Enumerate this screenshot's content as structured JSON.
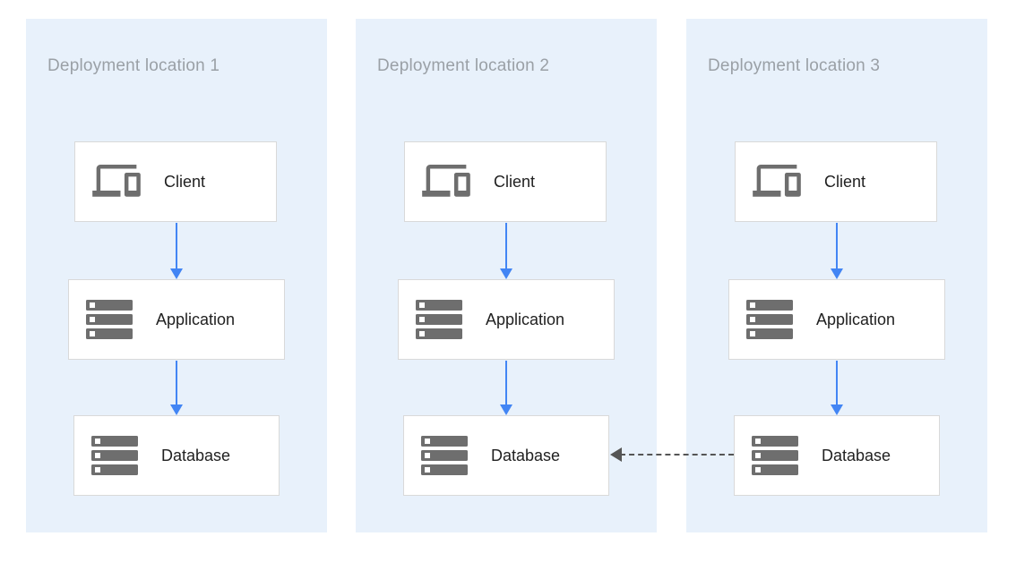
{
  "locations": [
    {
      "title": "Deployment location 1",
      "nodes": [
        {
          "label": "Client",
          "icon": "devices-icon"
        },
        {
          "label": "Application",
          "icon": "server-stack-icon"
        },
        {
          "label": "Database",
          "icon": "server-stack-icon"
        }
      ]
    },
    {
      "title": "Deployment location 2",
      "nodes": [
        {
          "label": "Client",
          "icon": "devices-icon"
        },
        {
          "label": "Application",
          "icon": "server-stack-icon"
        },
        {
          "label": "Database",
          "icon": "server-stack-icon"
        }
      ]
    },
    {
      "title": "Deployment location 3",
      "nodes": [
        {
          "label": "Client",
          "icon": "devices-icon"
        },
        {
          "label": "Application",
          "icon": "server-stack-icon"
        },
        {
          "label": "Database",
          "icon": "server-stack-icon"
        }
      ]
    }
  ],
  "connections": {
    "vertical_flows_per_location": [
      "Client → Application",
      "Application → Database"
    ],
    "cross_location_arrow": {
      "from": "Deployment location 3 / Database",
      "to": "Deployment location 2 / Database",
      "style": "dashed",
      "direction": "right-to-left"
    }
  },
  "colors": {
    "panel_bg": "#E8F1FB",
    "panel_title": "#9AA0A6",
    "node_bg": "#FFFFFF",
    "node_border": "#D9D9D9",
    "node_label": "#212121",
    "icon_gray": "#6E6E6E",
    "flow_arrow_blue": "#4285F4",
    "replication_arrow_gray": "#555555"
  }
}
